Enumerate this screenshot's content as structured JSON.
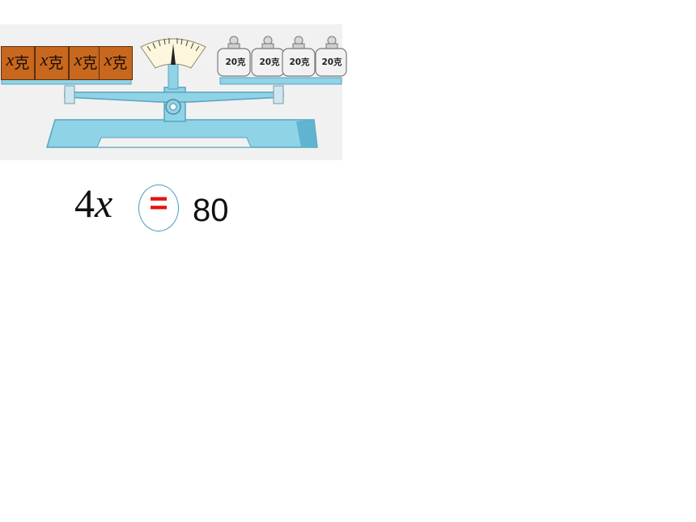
{
  "scale": {
    "left_pan": {
      "blocks": [
        {
          "variable": "x",
          "unit": "克"
        },
        {
          "variable": "x",
          "unit": "克"
        },
        {
          "variable": "x",
          "unit": "克"
        },
        {
          "variable": "x",
          "unit": "克"
        }
      ]
    },
    "right_pan": {
      "weights": [
        {
          "label": "20克"
        },
        {
          "label": "20克"
        },
        {
          "label": "20克"
        },
        {
          "label": "20克"
        }
      ]
    },
    "colors": {
      "frame": "#8fd3e6",
      "block": "#c8671e",
      "weight": "#f2f2f2"
    }
  },
  "equation": {
    "coefficient": "4",
    "variable": "x",
    "relation": "=",
    "rhs": "80",
    "relation_color": "#e41313"
  }
}
